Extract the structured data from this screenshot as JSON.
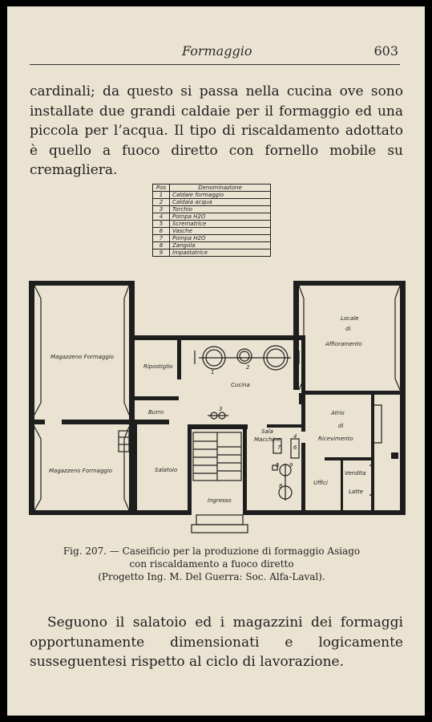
{
  "running_head": {
    "title": "Formaggio",
    "page_number": "603"
  },
  "paragraph1": "cardinali; da questo si passa nella cucina ove sono installate due grandi caldaie per il formaggio ed una piccola per l’acqua. Il tipo di riscaldamento adottato è quello a fuoco diretto con fornello mobile su cremagliera.",
  "legend": {
    "header_pos": "Pos",
    "header_name": "Denominazione",
    "rows": [
      {
        "pos": "1",
        "name": "Caldaie formaggio"
      },
      {
        "pos": "2",
        "name": "Caldaia acqua"
      },
      {
        "pos": "3",
        "name": "Torchio"
      },
      {
        "pos": "4",
        "name": "Pompa H2O"
      },
      {
        "pos": "5",
        "name": "Scrematrice"
      },
      {
        "pos": "6",
        "name": "Vasche"
      },
      {
        "pos": "7",
        "name": "Pompa H2O"
      },
      {
        "pos": "8",
        "name": "Zangola"
      },
      {
        "pos": "9",
        "name": "Impastatrice"
      }
    ]
  },
  "plan_labels": {
    "magazzeno_top": "Magazzeno Formaggio",
    "magazzeno_bottom": "Magazzeno Formaggio",
    "ripostiglio": "Ripostiglio",
    "cucina": "Cucina",
    "burro": "Burro",
    "salatoio": "Salatoio",
    "ingresso": "Ingresso",
    "sala_macchine_1": "Sala",
    "sala_macchine_2": "Macchine",
    "locale_1": "Locale",
    "locale_2": "di",
    "locale_3": "Affioramento",
    "atrio_1": "Atrio",
    "atrio_2": "di",
    "atrio_3": "Ricevimento",
    "uffici": "Uffici",
    "vendita": "Vendita",
    "latte": "Latte",
    "n1": "1",
    "n2": "2",
    "n3": "3",
    "n4": "4",
    "n5": "5",
    "n6": "6",
    "n7": "7",
    "n8": "8",
    "n9": "9"
  },
  "caption": {
    "line1": "Fig. 207. — Caseificio per la produzione di formaggio Asiago",
    "line2": "con riscaldamento a fuoco diretto",
    "line3": "(Progetto Ing. M. Del Guerra: Soc. Alfa-Laval)."
  },
  "paragraph2": "Seguono il salatoio ed i magazzini dei formaggi opportunamente dimensionati e logicamente susseguentesi rispetto al ciclo di lavorazione."
}
